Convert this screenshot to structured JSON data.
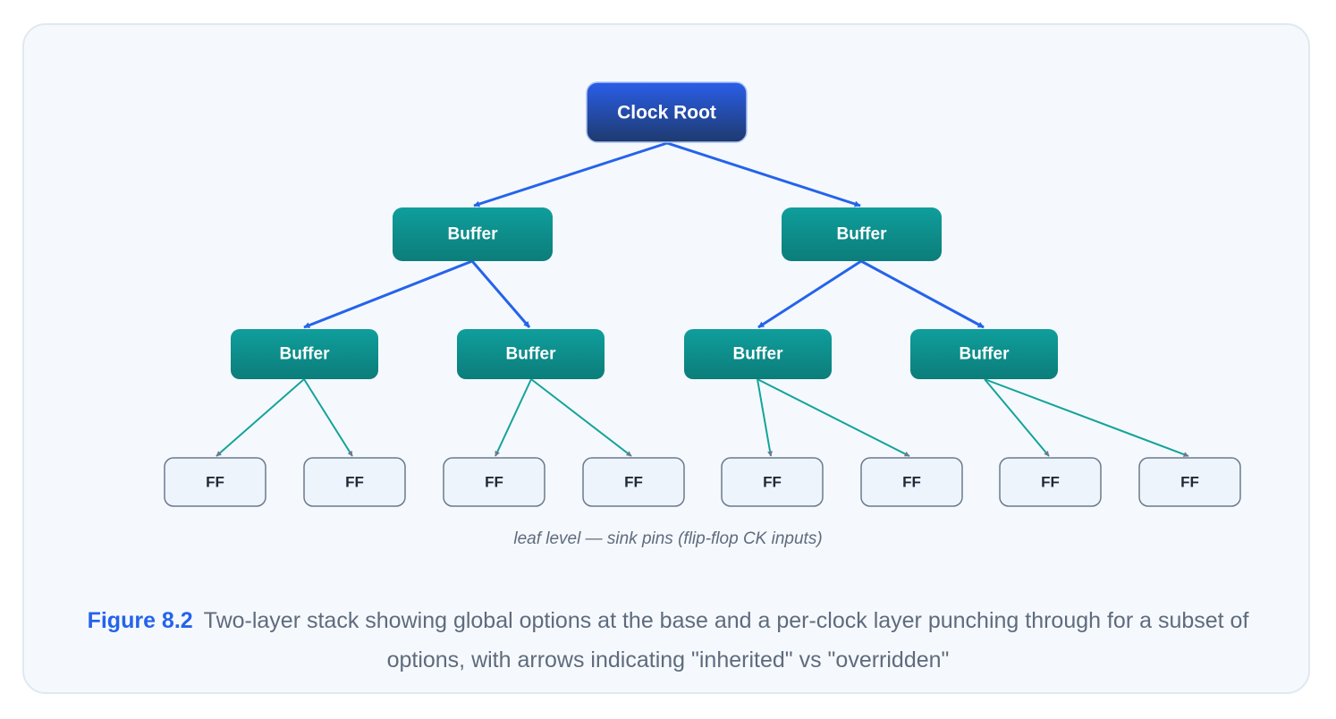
{
  "diagram": {
    "root": {
      "label": "Clock Root"
    },
    "level1": [
      {
        "label": "Buffer"
      },
      {
        "label": "Buffer"
      }
    ],
    "level2": [
      {
        "label": "Buffer"
      },
      {
        "label": "Buffer"
      },
      {
        "label": "Buffer"
      },
      {
        "label": "Buffer"
      }
    ],
    "leaves": [
      {
        "label": "FF"
      },
      {
        "label": "FF"
      },
      {
        "label": "FF"
      },
      {
        "label": "FF"
      },
      {
        "label": "FF"
      },
      {
        "label": "FF"
      },
      {
        "label": "FF"
      },
      {
        "label": "FF"
      }
    ],
    "leaf_note": "leaf level — sink pins (flip-flop CK inputs)"
  },
  "caption": {
    "label": "Figure 8.2",
    "text": "Two-layer stack showing global options at the base and a per-clock layer punching through for a subset of options, with arrows indicating \"inherited\" vs \"overridden\""
  },
  "colors": {
    "root_top": "#2a5ee8",
    "root_bottom": "#1e3a6e",
    "buffer_top": "#0f9e9c",
    "buffer_bottom": "#0c7d7a",
    "leaf_fill": "#eef4fb",
    "leaf_border": "#6b7a8d",
    "edge_blue": "#2563eb",
    "edge_teal": "#14a39a",
    "arrow_gray": "#6b7a8d"
  }
}
